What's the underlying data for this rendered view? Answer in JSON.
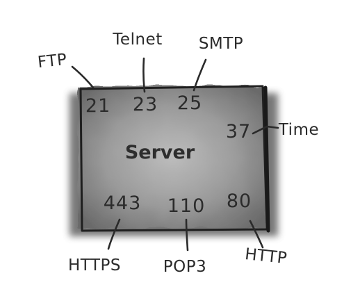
{
  "server": {
    "label": "Server"
  },
  "ports": {
    "ftp": "21",
    "telnet": "23",
    "smtp": "25",
    "time": "37",
    "https": "443",
    "pop3": "110",
    "http": "80"
  },
  "protocols": {
    "ftp": "FTP",
    "telnet": "Telnet",
    "smtp": "SMTP",
    "time": "Time",
    "https": "HTTPS",
    "pop3": "POP3",
    "http": "HTTP"
  },
  "colors": {
    "box_fill": "#8a8a8a",
    "box_shadow": "#5a5a5a",
    "ink": "#2b2b2b"
  }
}
